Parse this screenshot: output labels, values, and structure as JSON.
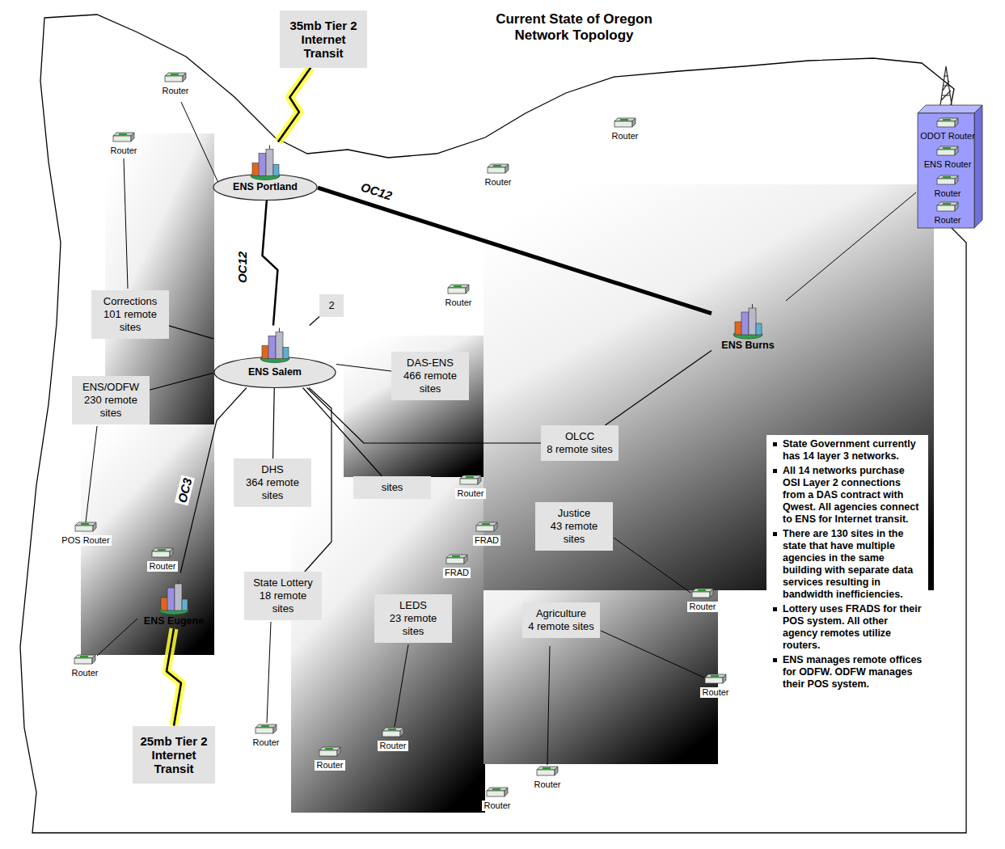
{
  "diagram": {
    "title": "Current State of Oregon Network Topology",
    "nodes": [
      {
        "text": [
          "35mb Tier 2 Internet Transit"
        ]
      },
      {
        "text": [
          "ENS Portland"
        ]
      },
      {
        "text": [
          "Corrections",
          "101 remote sites"
        ]
      },
      {
        "text": [
          "2"
        ]
      },
      {
        "text": [
          "ENS/ODFW",
          "230 remote sites"
        ]
      },
      {
        "text": [
          "ENS Salem"
        ]
      },
      {
        "text": [
          "DAS-ENS",
          "466 remote sites"
        ]
      },
      {
        "text": [
          "ENS Burns"
        ]
      },
      {
        "text": [
          "OLCC",
          "8 remote sites"
        ]
      },
      {
        "text": [
          "DHS",
          "364 remote sites"
        ]
      },
      {
        "text": [
          "sites"
        ]
      },
      {
        "text": [
          "Justice",
          "43 remote sites"
        ]
      },
      {
        "text": [
          "State Lottery",
          "18 remote sites"
        ]
      },
      {
        "text": [
          "LEDS",
          "23 remote sites"
        ]
      },
      {
        "text": [
          "Agriculture",
          "4 remote sites"
        ]
      },
      {
        "text": [
          "ENS Eugene"
        ]
      },
      {
        "text": [
          "25mb Tier 2 Internet Transit"
        ]
      }
    ],
    "edges": [
      {
        "from": 0,
        "to": 1,
        "arrow": "none"
      },
      {
        "from": 1,
        "to": 5,
        "label": "OC12",
        "arrow": "none"
      },
      {
        "from": 1,
        "to": 7,
        "label": "OC12",
        "arrow": "none"
      },
      {
        "from": 5,
        "to": 15,
        "label": "OC3",
        "arrow": "none"
      },
      {
        "from": 5,
        "to": 2,
        "arrow": "none"
      },
      {
        "from": 5,
        "to": 3,
        "arrow": "none"
      },
      {
        "from": 5,
        "to": 4,
        "arrow": "none"
      },
      {
        "from": 5,
        "to": 6,
        "arrow": "none"
      },
      {
        "from": 5,
        "to": 8,
        "arrow": "none"
      },
      {
        "from": 5,
        "to": 9,
        "arrow": "none"
      },
      {
        "from": 5,
        "to": 10,
        "arrow": "none"
      },
      {
        "from": 5,
        "to": 12,
        "arrow": "none"
      },
      {
        "from": 7,
        "to": 8,
        "arrow": "none"
      },
      {
        "from": 16,
        "to": 15,
        "arrow": "none"
      }
    ],
    "labels": [
      "Router",
      "Router",
      "Router",
      "Router",
      "ODOT Router",
      "ENS Router",
      "Router",
      "Router",
      "Router",
      "Router",
      "POS Router",
      "FRAD",
      "FRAD",
      "Router",
      "Router",
      "Router",
      "Router",
      "Router",
      "Router",
      "Router",
      "Router",
      "Router",
      "State Government currently has 14 layer 3 networks.",
      "All 14 networks purchase OSI Layer 2 connections from a DAS contract with Qwest. All agencies connect to ENS for Internet transit.",
      "There are 130 sites in the state that have multiple agencies in the same building with separate data services resulting in bandwidth inefficiencies.",
      "Lottery uses FRADS for their POS system. All other agency remotes utilize routers.",
      "ENS manages remote offices for ODFW. ODFW manages their POS system."
    ]
  }
}
